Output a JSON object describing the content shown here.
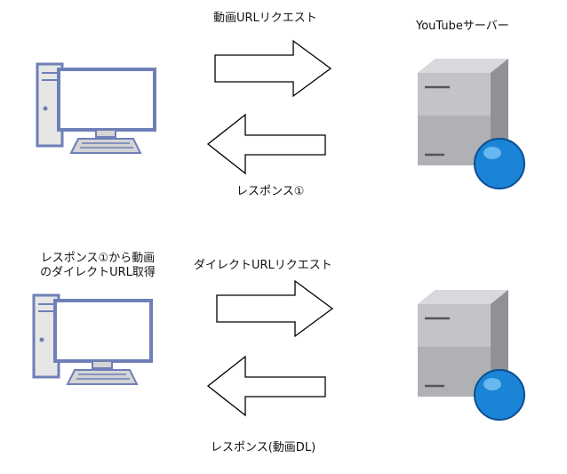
{
  "top": {
    "request_label": "動画URLリクエスト",
    "server_label": "YouTubeサーバー",
    "response_label": "レスポンス①"
  },
  "bottom": {
    "client_note_line1": "レスポンス①から動画",
    "client_note_line2": "のダイレクトURL取得",
    "request_label": "ダイレクトURLリクエスト",
    "response_label": "レスポンス(動画DL)"
  },
  "colors": {
    "computer_stroke": "#6f7fb7",
    "computer_fill": "#d4d4d4",
    "server_body": "#b7b8bd",
    "globe": "#1b84d6",
    "arrow_stroke": "#000000"
  }
}
